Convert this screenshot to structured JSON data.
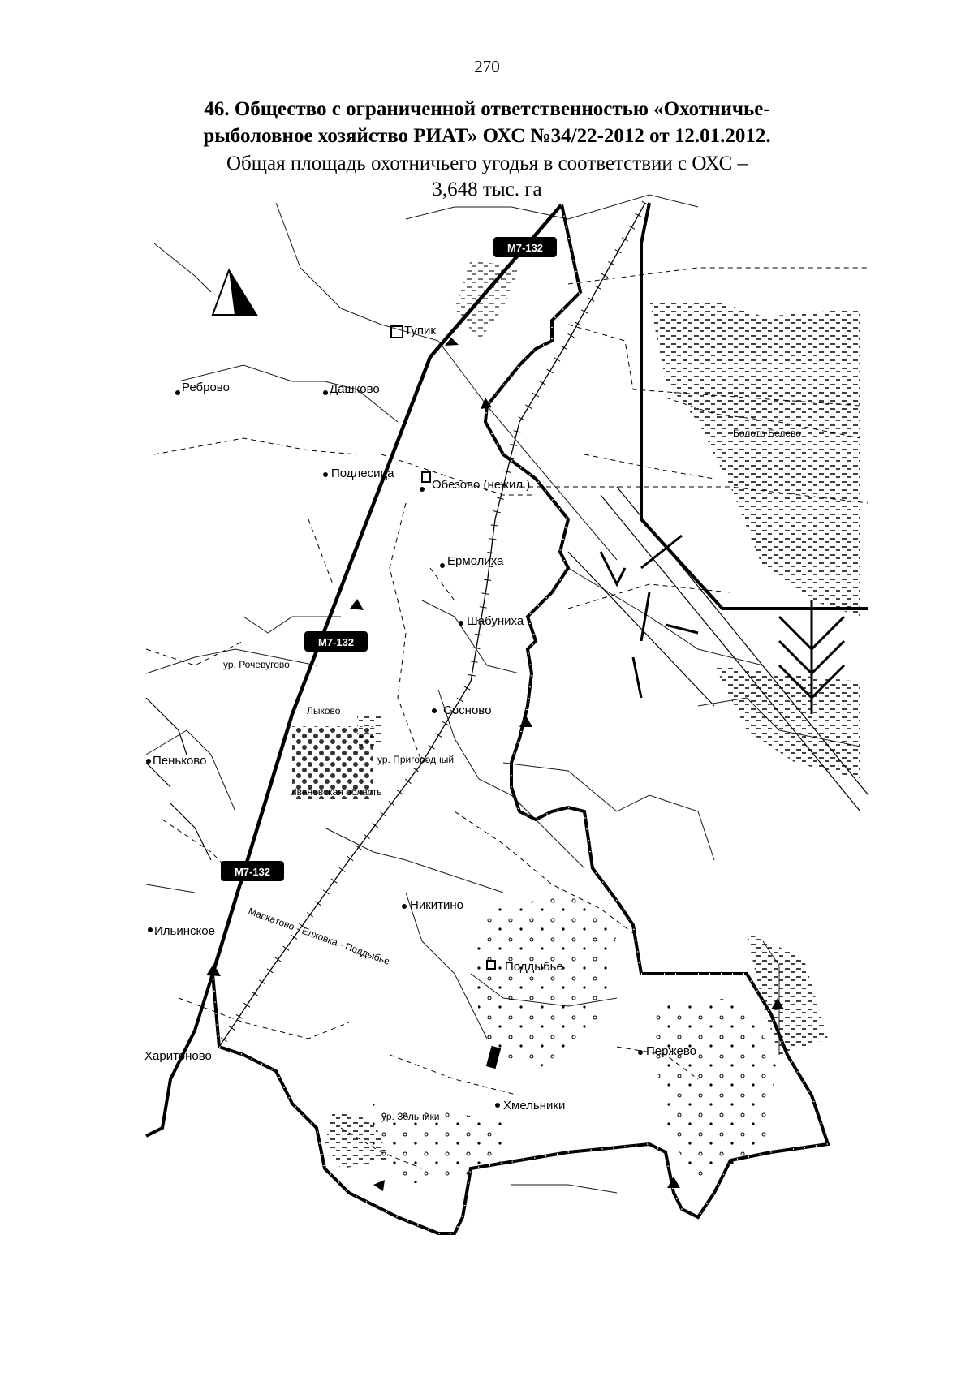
{
  "page_number": "270",
  "heading": {
    "line1": "46. Общество с ограниченной ответственностью «Охотничье-",
    "line2": "рыболовное хозяйство РИАТ» ОХС №34/22-2012 от 12.01.2012.",
    "area_line1": "Общая площадь охотничьего угодья в соответствии с ОХС –",
    "area_line2": "3,648 тыс. га"
  },
  "map": {
    "road_badge": "M7-132",
    "places": {
      "tupik": "Тупик",
      "rebrovo": "Реброво",
      "dashkovo": "Дашково",
      "boloto_belevo": "Болото Белево",
      "podlesitsa": "Подлесица",
      "obezovo": "Обезово (нежил.)",
      "ermolikha": "Ермолиха",
      "shabunikha": "Шабуниха",
      "ur_rochevugovo": "ур. Рочевугово",
      "lykovo": "Лыково",
      "sosnovo": "Сосново",
      "penkovo": "Пеньково",
      "ur_prigorodny": "ур. Пригородный",
      "ivanovskaya": "Ивановская область",
      "nikitino": "Никитино",
      "ilyinskoe": "Ильинское",
      "rail_line": "Маскатово - Елховка - Поддыбье",
      "poddybye": "Поддыбье",
      "kharitonovo": "Харитоново",
      "perzhevo": "Пержево",
      "khmelniki": "Хмельники",
      "ur_zolniki": "ур. Зольники"
    }
  }
}
